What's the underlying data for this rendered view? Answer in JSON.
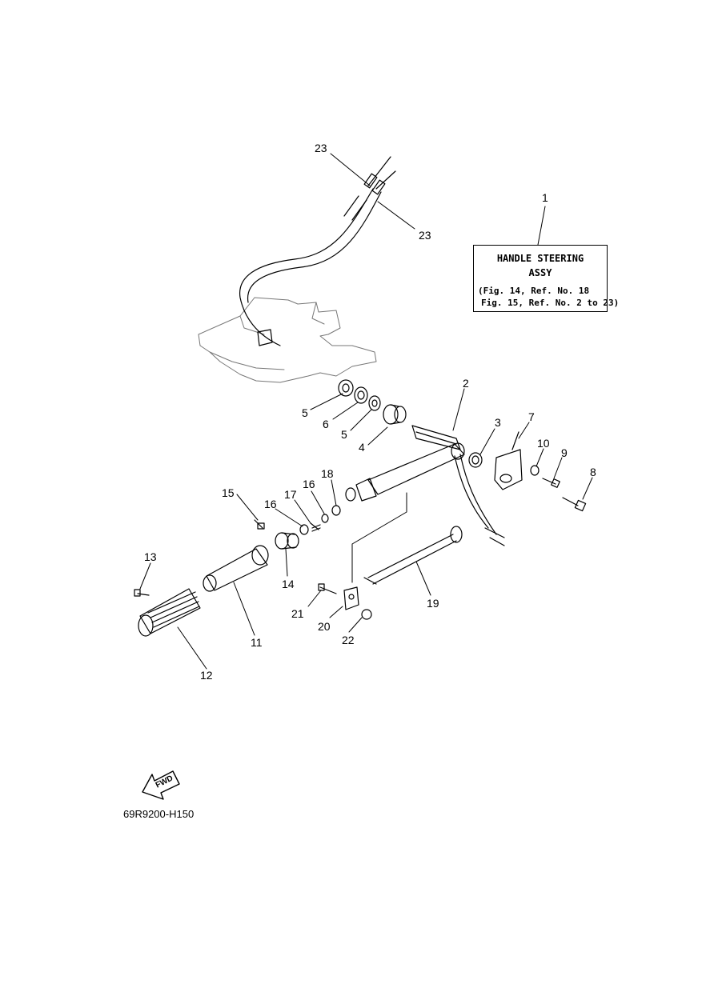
{
  "infobox": {
    "ref_number": "1",
    "title_line1": "HANDLE STEERING",
    "title_line2": "ASSY",
    "ref_line1": "(Fig. 14, Ref. No. 18",
    "ref_line2": "Fig. 15, Ref. No. 2 to 23)"
  },
  "callouts": {
    "c2": "2",
    "c3": "3",
    "c4": "4",
    "c5a": "5",
    "c5b": "5",
    "c6": "6",
    "c7": "7",
    "c8": "8",
    "c9": "9",
    "c10": "10",
    "c11": "11",
    "c12": "12",
    "c13": "13",
    "c14": "14",
    "c15": "15",
    "c16a": "16",
    "c16b": "16",
    "c17": "17",
    "c18": "18",
    "c19": "19",
    "c20": "20",
    "c21": "21",
    "c22": "22",
    "c23a": "23",
    "c23b": "23"
  },
  "fwd_label": "FWD",
  "diagram_code": "69R9200-H150"
}
